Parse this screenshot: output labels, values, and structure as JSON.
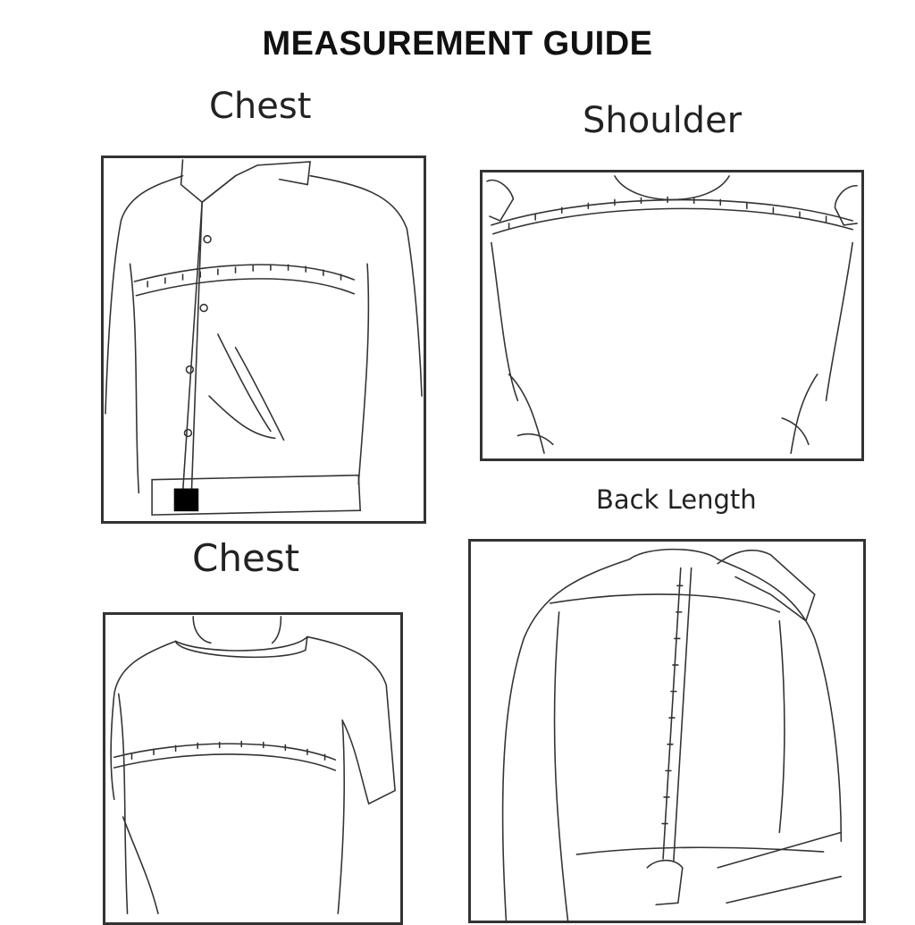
{
  "title": "MEASUREMENT GUIDE",
  "panels": [
    {
      "label": "Chest"
    },
    {
      "label": "Shoulder"
    },
    {
      "label": "Back Length"
    },
    {
      "label": "Chest"
    }
  ]
}
